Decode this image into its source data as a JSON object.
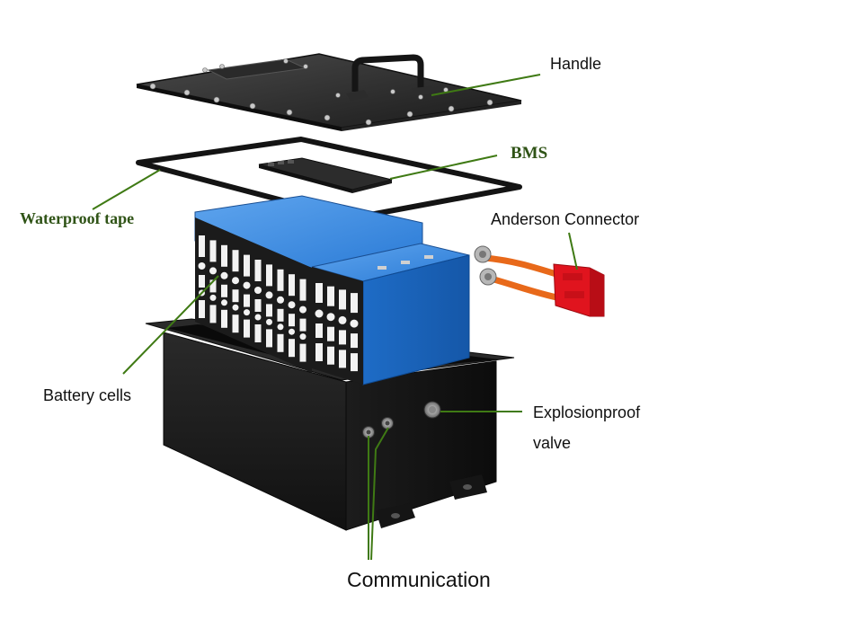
{
  "labels": {
    "handle": "Handle",
    "bms": "BMS",
    "waterproof_tape": "Waterproof tape",
    "anderson_connector": "Anderson Connector",
    "battery_cells": "Battery cells",
    "explosionproof_line1": "Explosionproof",
    "explosionproof_line2": "valve",
    "communication": "Communication"
  },
  "colors": {
    "leader_line": "#3f7a14",
    "serif_label": "#2f5316",
    "cell_blue": "#1f6fc9",
    "case_black": "#1b1b1b",
    "connector_red": "#e0141e",
    "cable_orange": "#e8691a"
  }
}
